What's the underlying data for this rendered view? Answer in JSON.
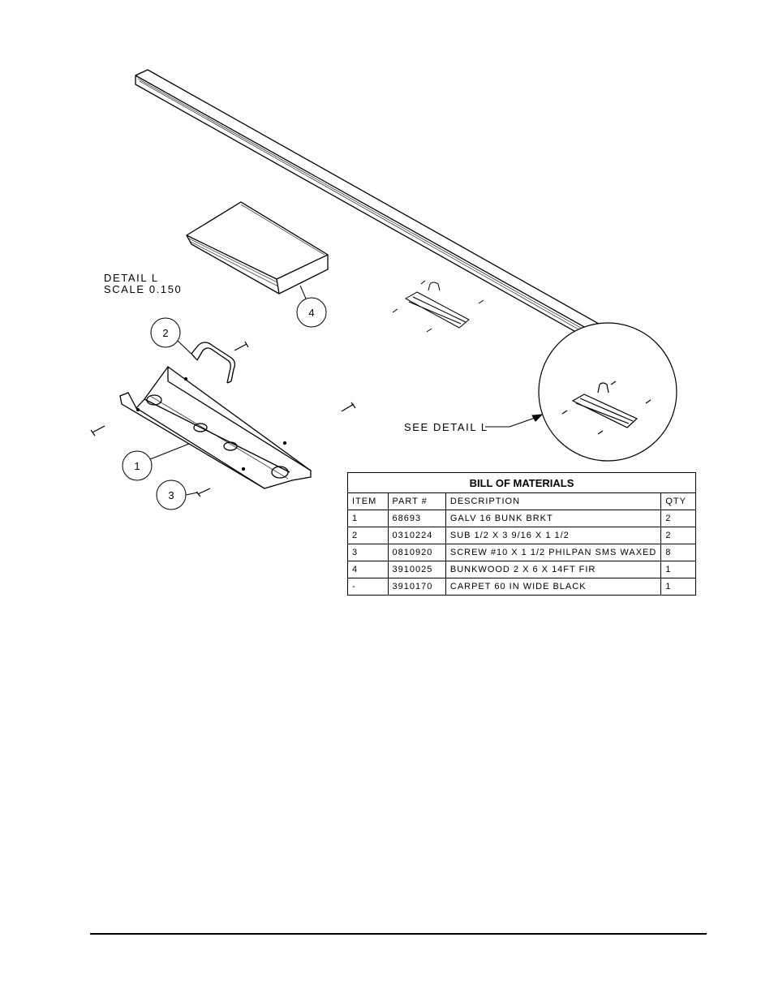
{
  "detail_label": {
    "line1": "DETAIL  L",
    "line2": "SCALE  0.150"
  },
  "see_detail": "SEE DETAIL  L",
  "callouts": [
    "1",
    "2",
    "3",
    "4"
  ],
  "bom": {
    "title": "BILL OF MATERIALS",
    "headers": [
      "ITEM",
      "PART #",
      "DESCRIPTION",
      "QTY"
    ],
    "rows": [
      [
        "1",
        "68693",
        "GALV 16 BUNK BRKT",
        "2"
      ],
      [
        "2",
        "0310224",
        "SUB 1/2 X 3 9/16 X 1 1/2",
        "2"
      ],
      [
        "3",
        "0810920",
        "SCREW #10 X 1 1/2 PHILPAN SMS WAXED",
        "8"
      ],
      [
        "4",
        "3910025",
        "BUNKWOOD   2 X 6 X 14FT FIR",
        "1"
      ],
      [
        "-",
        "3910170",
        "CARPET 60 IN WIDE BLACK",
        "1"
      ]
    ]
  }
}
